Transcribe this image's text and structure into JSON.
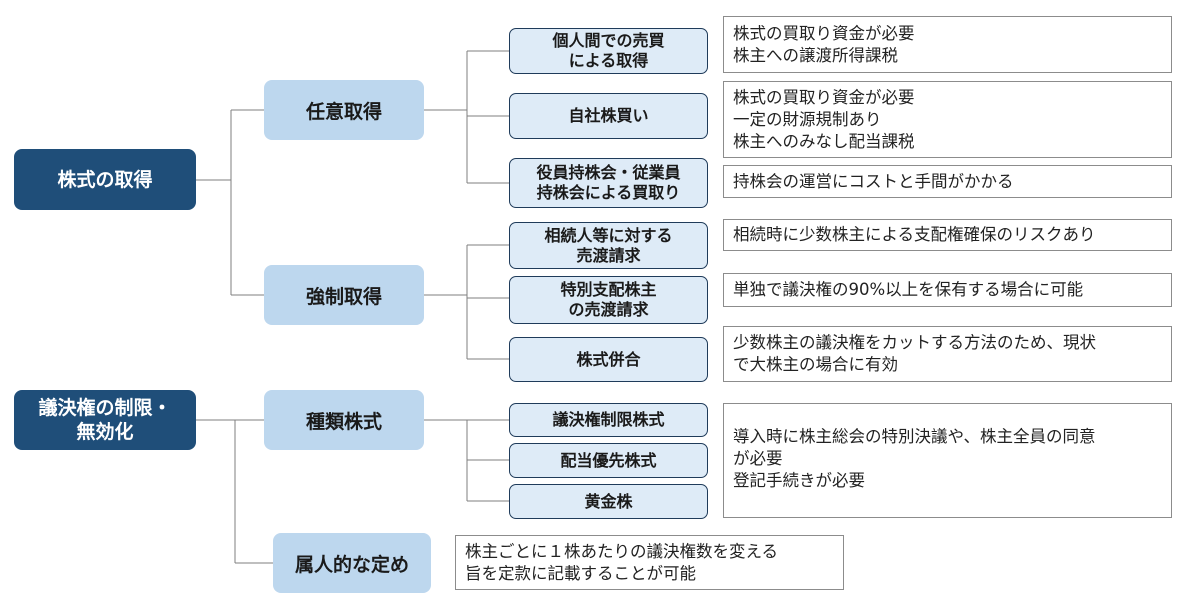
{
  "roots": {
    "acquisition": "株式の取得",
    "restriction": "議決権の制限・\n無効化"
  },
  "categories": {
    "voluntary": "任意取得",
    "compulsory": "強制取得",
    "class_shares": "種類株式",
    "personal": "属人的な定め"
  },
  "methods": {
    "individual_sale": "個人間での売買\nによる取得",
    "treasury_purchase": "自社株買い",
    "esop": "役員持株会・従業員\n持株会による買取り",
    "inheritance_demand": "相続人等に対する\n売渡請求",
    "squeeze_out": "特別支配株主\nの売渡請求",
    "reverse_split": "株式併合",
    "restricted_voting": "議決権制限株式",
    "preferred_dividend": "配当優先株式",
    "golden_share": "黄金株"
  },
  "notes": {
    "individual_sale": "株式の買取り資金が必要\n株主への譲渡所得課税",
    "treasury_purchase": "株式の買取り資金が必要\n一定の財源規制あり\n株主へのみなし配当課税",
    "esop": "持株会の運営にコストと手間がかかる",
    "inheritance_demand": "相続時に少数株主による支配権確保のリスクあり",
    "squeeze_out": "単独で議決権の90%以上を保有する場合に可能",
    "reverse_split": "少数株主の議決権をカットする方法のため、現状\nで大株主の場合に有効",
    "class_shares": "導入時に株主総会の特別決議や、株主全員の同意\nが必要\n登記手続きが必要",
    "personal": "株主ごとに１株あたりの議決権数を変える\n旨を定款に記載することが可能"
  },
  "colors": {
    "root_fill": "#1f4e79",
    "category_fill": "#bdd7ee",
    "method_fill": "#deebf7",
    "connector": "#7f7f7f"
  }
}
